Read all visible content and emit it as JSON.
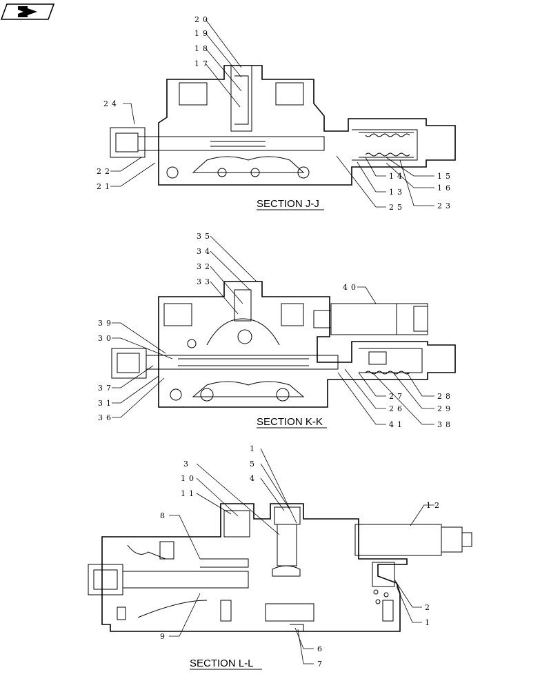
{
  "nav": {
    "icon": "page-back-arrow-icon"
  },
  "sections": {
    "jj": {
      "title": "SECTION  J-J",
      "callouts": [
        "20",
        "19",
        "18",
        "17",
        "24",
        "22",
        "21",
        "14",
        "13",
        "25",
        "15",
        "16",
        "23"
      ]
    },
    "kk": {
      "title": "SECTION  K-K",
      "callouts": [
        "35",
        "34",
        "32",
        "33",
        "40",
        "39",
        "30",
        "37",
        "31",
        "36",
        "27",
        "26",
        "41",
        "28",
        "29",
        "38"
      ]
    },
    "ll": {
      "title": "SECTION  L-L",
      "callouts": [
        "1",
        "5",
        "4",
        "3",
        "10",
        "11",
        "8",
        "12",
        "2",
        "1",
        "9",
        "6",
        "7"
      ]
    }
  }
}
